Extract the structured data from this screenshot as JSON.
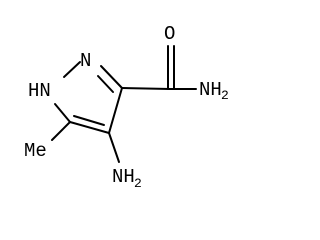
{
  "structure": {
    "atoms": {
      "nh": "HN",
      "n": "N",
      "o": "O",
      "amide_n": "NH",
      "amide_n_sub": "2",
      "amino_n": "NH",
      "amino_n_sub": "2",
      "methyl": "Me"
    },
    "colors": {
      "bond": "#000000",
      "text": "#000000",
      "background": "#ffffff"
    }
  }
}
